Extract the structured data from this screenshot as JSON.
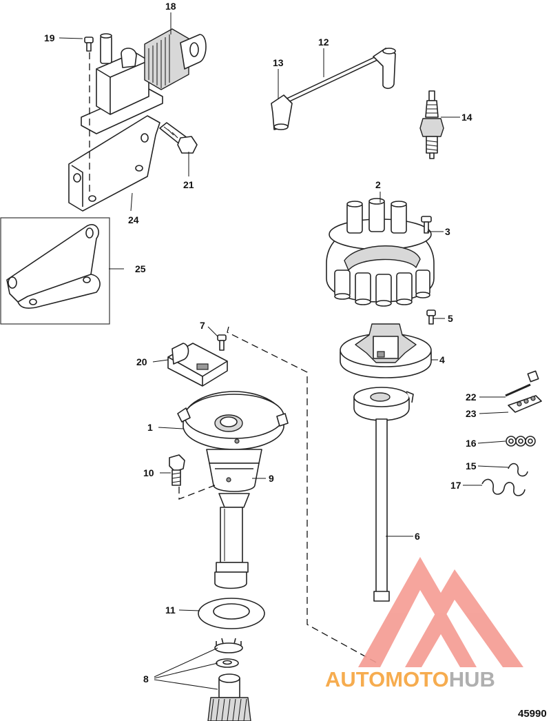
{
  "diagram": {
    "reference_number": "45990",
    "callouts": [
      "1",
      "2",
      "3",
      "4",
      "5",
      "6",
      "7",
      "8",
      "9",
      "10",
      "11",
      "12",
      "13",
      "14",
      "15",
      "16",
      "17",
      "18",
      "19",
      "20",
      "21",
      "22",
      "23",
      "24",
      "25"
    ]
  },
  "watermark": {
    "brand_part1": "AUTOMOTO",
    "brand_part2": "HUB",
    "colors": {
      "orange": "#f6a43c",
      "red": "#ef5a57",
      "gray": "#a7a7a7",
      "triangle": "#f59b92"
    }
  }
}
